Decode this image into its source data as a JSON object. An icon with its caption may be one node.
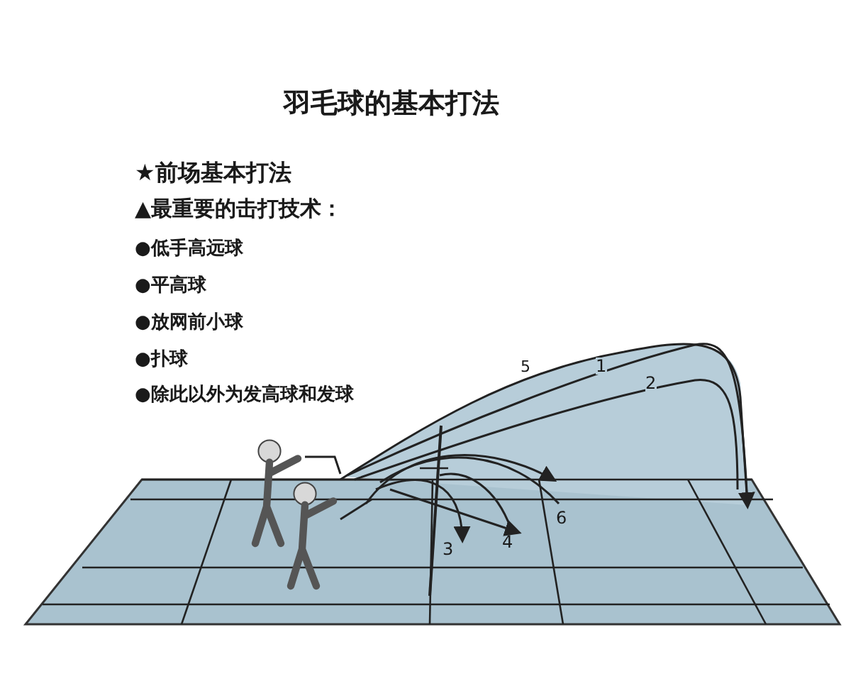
{
  "diagram": {
    "title": "羽毛球的基本打法",
    "labels": [
      "★前场基本打法",
      "▲最重要的击打技术：",
      "●低手高远球",
      "●平高球",
      "●放网前小球",
      "●扑球",
      "●除此以外为发高球和发球",
      "5",
      "1",
      "2",
      "6",
      "3",
      "4"
    ]
  }
}
